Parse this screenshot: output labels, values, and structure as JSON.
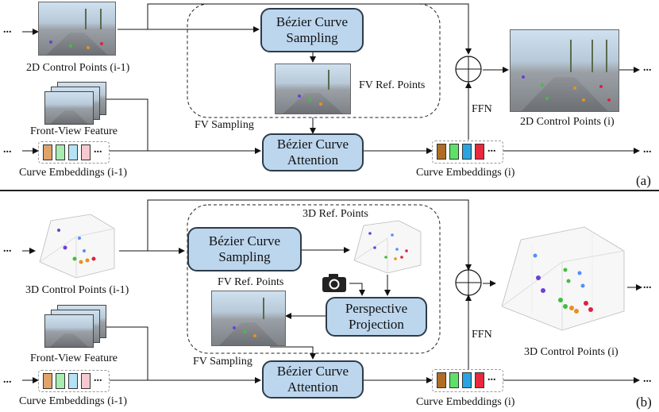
{
  "panel_a": {
    "tag": "(a)",
    "control_points_in": "2D Control Points (i-1)",
    "control_points_out": "2D Control Points (i)",
    "front_view_feature": "Front-View Feature",
    "curve_embeddings_in": "Curve Embeddings (i-1)",
    "curve_embeddings_out": "Curve Embeddings (i)",
    "sampling_box": "Bézier Curve Sampling",
    "attention_box": "Bézier Curve Attention",
    "fv_ref_points": "FV Ref. Points",
    "fv_sampling": "FV Sampling",
    "ffn": "FFN",
    "ellipsis": "..."
  },
  "panel_b": {
    "tag": "(b)",
    "control_points_in": "3D Control Points (i-1)",
    "control_points_out": "3D Control Points (i)",
    "front_view_feature": "Front-View Feature",
    "curve_embeddings_in": "Curve Embeddings (i-1)",
    "curve_embeddings_out": "Curve Embeddings (i)",
    "sampling_box": "Bézier Curve Sampling",
    "attention_box": "Bézier Curve Attention",
    "projection_box": "Perspective Projection",
    "ref_points_3d": "3D Ref. Points",
    "fv_ref_points": "FV Ref. Points",
    "fv_sampling": "FV Sampling",
    "ffn": "FFN",
    "ellipsis": "..."
  },
  "colors": {
    "box_fill": "#bcd6ee",
    "box_border": "#2d3b4a",
    "embedding_chips_in": [
      "#e0a36a",
      "#a8ecb2",
      "#b5e3f5",
      "#f5c9cf"
    ],
    "embedding_chips_out": [
      "#b06c25",
      "#5fe06a",
      "#2aa4e0",
      "#e8283c"
    ],
    "lane_points": [
      "#6a3fd8",
      "#3fbf3f",
      "#e89020",
      "#e02040",
      "#5090ff"
    ]
  },
  "icons": [
    "camera-icon",
    "plus-circle-icon"
  ]
}
